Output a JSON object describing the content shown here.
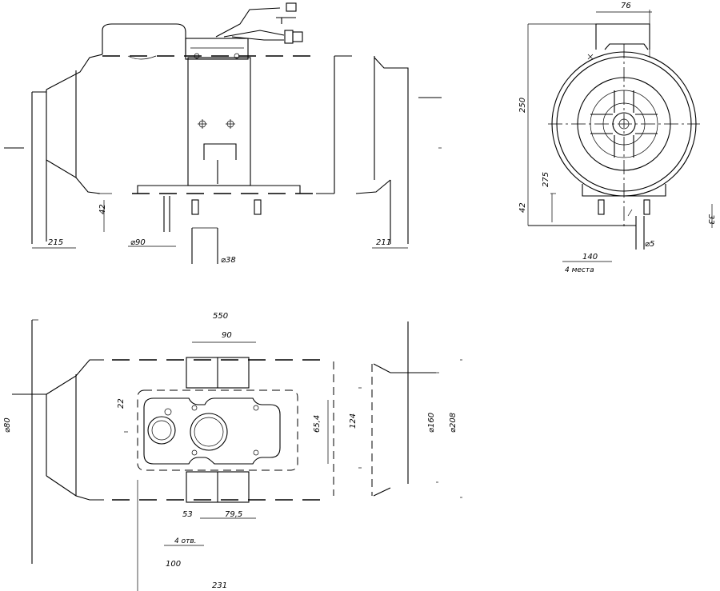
{
  "drawing": {
    "side_view": {
      "dims": {
        "d_inlet": "215",
        "d_duct": "⌀90",
        "d_outlet": "211",
        "d_cap": "⌀38",
        "height_offset": "42"
      }
    },
    "front_view": {
      "dims": {
        "top_width": "76",
        "height_left": "250",
        "height_mid": "275",
        "foot": "42",
        "right_offset": "33",
        "hole": "⌀5",
        "base": "140",
        "base_note": "4 места"
      }
    },
    "top_view": {
      "dims": {
        "length": "550",
        "mount_width": "90",
        "offset": "22",
        "d_inlet": "⌀80",
        "plate_height": "65,4",
        "body_height": "124",
        "d_body": "⌀160",
        "d_outer": "⌀208",
        "hole_spacing_a": "53",
        "hole_spacing_b": "79,5",
        "holes": "4 отв.",
        "plate_offset": "100",
        "total": "231"
      }
    }
  }
}
